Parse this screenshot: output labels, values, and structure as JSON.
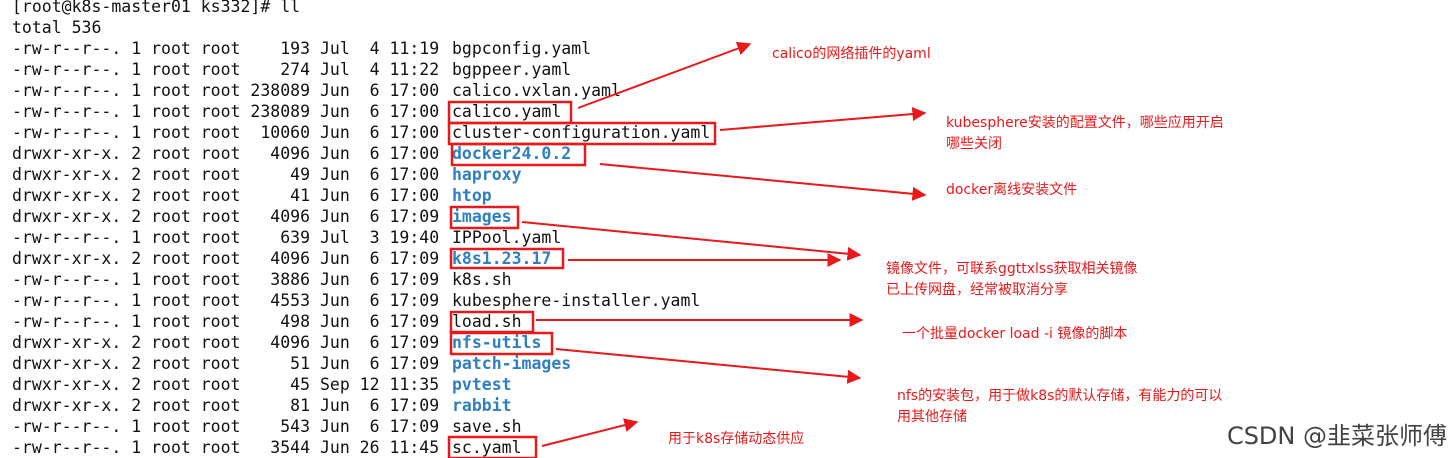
{
  "terminal": {
    "prompt": "[root@k8s-master01 ks332]# ll",
    "total": "total 536",
    "rows": [
      {
        "meta": "-rw-r--r--. 1 root root    193 Jul  4 11:19 ",
        "name": "bgpconfig.yaml",
        "dir": false
      },
      {
        "meta": "-rw-r--r--. 1 root root    274 Jul  4 11:22 ",
        "name": "bgppeer.yaml",
        "dir": false
      },
      {
        "meta": "-rw-r--r--. 1 root root 238089 Jun  6 17:00 ",
        "name": "calico.vxlan.yaml",
        "dir": false
      },
      {
        "meta": "-rw-r--r--. 1 root root 238089 Jun  6 17:00 ",
        "name": "calico.yaml",
        "dir": false
      },
      {
        "meta": "-rw-r--r--. 1 root root  10060 Jun  6 17:00 ",
        "name": "cluster-configuration.yaml",
        "dir": false
      },
      {
        "meta": "drwxr-xr-x. 2 root root   4096 Jun  6 17:00 ",
        "name": "docker24.0.2",
        "dir": true
      },
      {
        "meta": "drwxr-xr-x. 2 root root     49 Jun  6 17:00 ",
        "name": "haproxy",
        "dir": true
      },
      {
        "meta": "drwxr-xr-x. 2 root root     41 Jun  6 17:00 ",
        "name": "htop",
        "dir": true
      },
      {
        "meta": "drwxr-xr-x. 2 root root   4096 Jun  6 17:09 ",
        "name": "images",
        "dir": true
      },
      {
        "meta": "-rw-r--r--. 1 root root    639 Jul  3 19:40 ",
        "name": "IPPool.yaml",
        "dir": false
      },
      {
        "meta": "drwxr-xr-x. 2 root root   4096 Jun  6 17:09 ",
        "name": "k8s1.23.17",
        "dir": true
      },
      {
        "meta": "-rw-r--r--. 1 root root   3886 Jun  6 17:09 ",
        "name": "k8s.sh",
        "dir": false
      },
      {
        "meta": "-rw-r--r--. 1 root root   4553 Jun  6 17:09 ",
        "name": "kubesphere-installer.yaml",
        "dir": false
      },
      {
        "meta": "-rw-r--r--. 1 root root    498 Jun  6 17:09 ",
        "name": "load.sh",
        "dir": false
      },
      {
        "meta": "drwxr-xr-x. 2 root root   4096 Jun  6 17:09 ",
        "name": "nfs-utils",
        "dir": true
      },
      {
        "meta": "drwxr-xr-x. 2 root root     51 Jun  6 17:09 ",
        "name": "patch-images",
        "dir": true
      },
      {
        "meta": "drwxr-xr-x. 2 root root     45 Sep 12 11:35 ",
        "name": "pvtest",
        "dir": true
      },
      {
        "meta": "drwxr-xr-x. 2 root root     81 Jun  6 17:09 ",
        "name": "rabbit",
        "dir": true
      },
      {
        "meta": "-rw-r--r--. 1 root root    543 Jun  6 17:09 ",
        "name": "save.sh",
        "dir": false
      },
      {
        "meta": "-rw-r--r--. 1 root root   3544 Jun 26 11:45 ",
        "name": "sc.yaml",
        "dir": false
      }
    ]
  },
  "annotations": {
    "calico": "calico的网络插件的yaml",
    "kubesphere_l1": "kubesphere安装的配置文件，哪些应用开启",
    "kubesphere_l2": "哪些关闭",
    "docker": "docker离线安装文件",
    "images_l1": "镜像文件，可联系ggttxlss获取相关镜像",
    "images_l2": "已上传网盘，经常被取消分享",
    "load": "一个批量docker load -i 镜像的脚本",
    "nfs_l1": "nfs的安装包，用于做k8s的默认存储，有能力的可以",
    "nfs_l2": "用其他存储",
    "sc": "用于k8s存储动态供应"
  },
  "watermark": "CSDN @韭菜张师傅",
  "colors": {
    "directory": "#2f7fc1",
    "annotation": "#e8191b",
    "text": "#111111"
  }
}
